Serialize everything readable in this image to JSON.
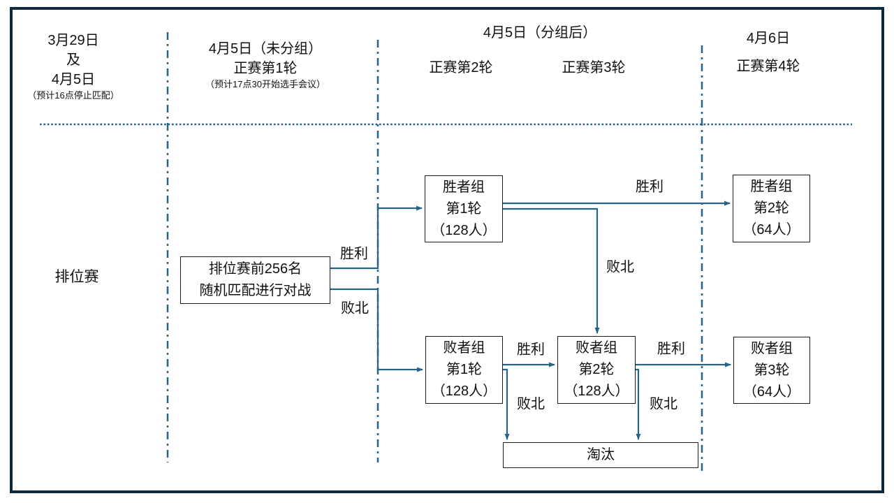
{
  "diagram": {
    "colors": {
      "accent": "#266487",
      "frame": "#0E293B",
      "box_border": "#1a1a1a"
    },
    "header": {
      "col1": {
        "line1": "3月29日",
        "line2": "及",
        "line3": "4月5日",
        "note": "（预计16点停止匹配）"
      },
      "col2": {
        "line1": "4月5日（未分组）",
        "line2": "正赛第1轮",
        "note": "（预计17点30开始选手会议）"
      },
      "col3": {
        "title": "4月5日（分组后）",
        "sub1": "正赛第2轮",
        "sub2": "正赛第3轮"
      },
      "col4": {
        "line1": "4月6日",
        "line2": "正赛第4轮"
      }
    },
    "row_label": "排位赛",
    "boxes": {
      "qualifier": {
        "lines": [
          "排位赛前256名",
          "随机匹配进行对战"
        ]
      },
      "winner_r1": {
        "lines": [
          "胜者组",
          "第1轮",
          "（128人）"
        ]
      },
      "winner_r2": {
        "lines": [
          "胜者组",
          "第2轮",
          "（64人）"
        ]
      },
      "loser_r1": {
        "lines": [
          "败者组",
          "第1轮",
          "（128人）"
        ]
      },
      "loser_r2": {
        "lines": [
          "败者组",
          "第2轮",
          "（128人）"
        ]
      },
      "loser_r3": {
        "lines": [
          "败者组",
          "第3轮",
          "（64人）"
        ]
      },
      "eliminated": {
        "lines": [
          "淘汰"
        ]
      }
    },
    "edge_labels": {
      "win_main": "胜利",
      "lose_main": "败北",
      "win_w1": "胜利",
      "lose_w1": "败北",
      "win_l1": "胜利",
      "lose_l1": "败北",
      "win_l2": "胜利",
      "lose_l2": "败北"
    }
  }
}
